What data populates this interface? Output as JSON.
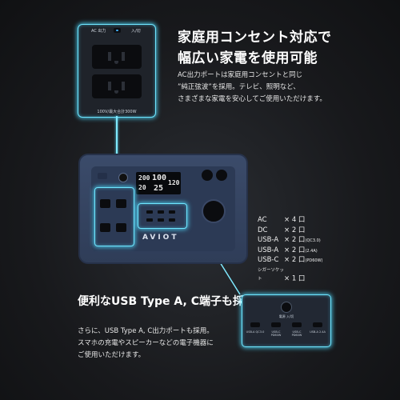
{
  "ac_panel": {
    "header_left": "AC 出力",
    "header_right": "入/切",
    "caption": "100V/最大合計300W"
  },
  "feature1": {
    "title_line1": "家庭用コンセント対応で",
    "title_line2": "幅広い家電を使用可能",
    "desc_line1": "AC出力ポートは家庭用コンセントと同じ",
    "desc_line2": "”純正弦波”を採用。テレビ、照明など、",
    "desc_line3": "さまざまな家電を安心してご使用いただけます。"
  },
  "station": {
    "brand": "AVIOT",
    "lcd_left_top": "200",
    "lcd_left_bottom": "20",
    "lcd_center": "100",
    "lcd_center2": "25",
    "lcd_right_top": "120"
  },
  "specs": [
    {
      "name": "AC",
      "value": "× 4 口",
      "note": ""
    },
    {
      "name": "DC",
      "value": "× 2 口",
      "note": ""
    },
    {
      "name": "USB-A",
      "value": "× 2 口",
      "note": "(QC3.0)"
    },
    {
      "name": "USB-A",
      "value": "× 2 口",
      "note": "(2.4A)"
    },
    {
      "name": "USB-C",
      "value": "× 2 口",
      "note": "(PD60W)"
    },
    {
      "name": "シガーソケット",
      "value": "× 1 口",
      "note": ""
    }
  ],
  "feature2": {
    "title": "便利なUSB Type A, C端子も採用",
    "desc_line1": "さらに、USB Type A, C出力ポートも採用。",
    "desc_line2": "スマホの充電やスピーカーなどの電子機器に",
    "desc_line3": "ご使用いただけます。"
  },
  "usb_panel": {
    "button_label": "電源 入/切",
    "port_labels": [
      "USB-A QC3.0",
      "USB-C PD60W",
      "USB-C PD60W",
      "USB-A 2.4A"
    ]
  },
  "colors": {
    "glow": "#6fe6ff",
    "station_body": "#3b4b6a"
  }
}
